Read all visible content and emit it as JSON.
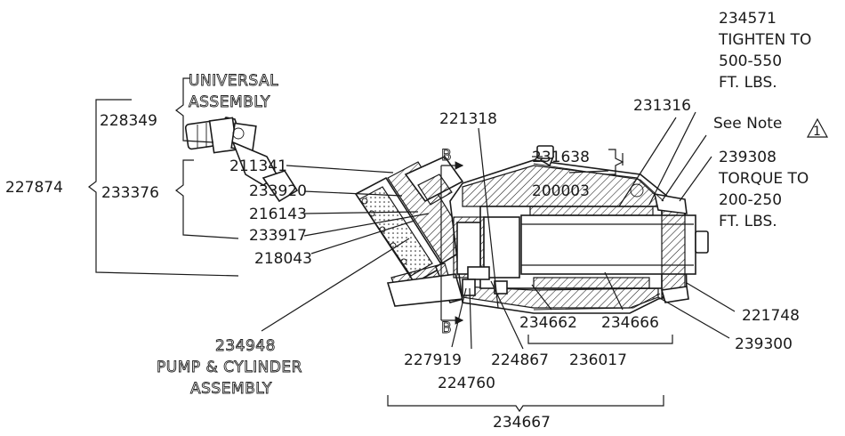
{
  "labels": {
    "l228349": "228349",
    "universal_1": "UNIVERSAL",
    "universal_2": "ASSEMBLY",
    "l211341": "211341",
    "l227874": "227874",
    "l233376": "233376",
    "l233920": "233920",
    "l216143": "216143",
    "l233917": "233917",
    "l218043": "218043",
    "l221318": "221318",
    "l231638": "231638",
    "l200003": "200003",
    "l231316": "231316",
    "l234571": "234571",
    "tighten_1": "TIGHTEN TO",
    "tighten_2": "500-550",
    "tighten_3": "FT. LBS.",
    "see_note": "See Note",
    "note_num": "1",
    "l239308": "239308",
    "torque_1": "TORQUE TO",
    "torque_2": "200-250",
    "torque_3": "FT. LBS.",
    "section_b_top": "B",
    "section_b_bottom": "B",
    "l221748": "221748",
    "l239300": "239300",
    "l234662": "234662",
    "l234666": "234666",
    "l236017": "236017",
    "l227919": "227919",
    "l224867": "224867",
    "l224760": "224760",
    "l234667": "234667",
    "l234948": "234948",
    "pump_1": "PUMP & CYLINDER",
    "pump_2": "ASSEMBLY"
  },
  "colors": {
    "ink": "#1a1a1a",
    "background": "#ffffff"
  }
}
